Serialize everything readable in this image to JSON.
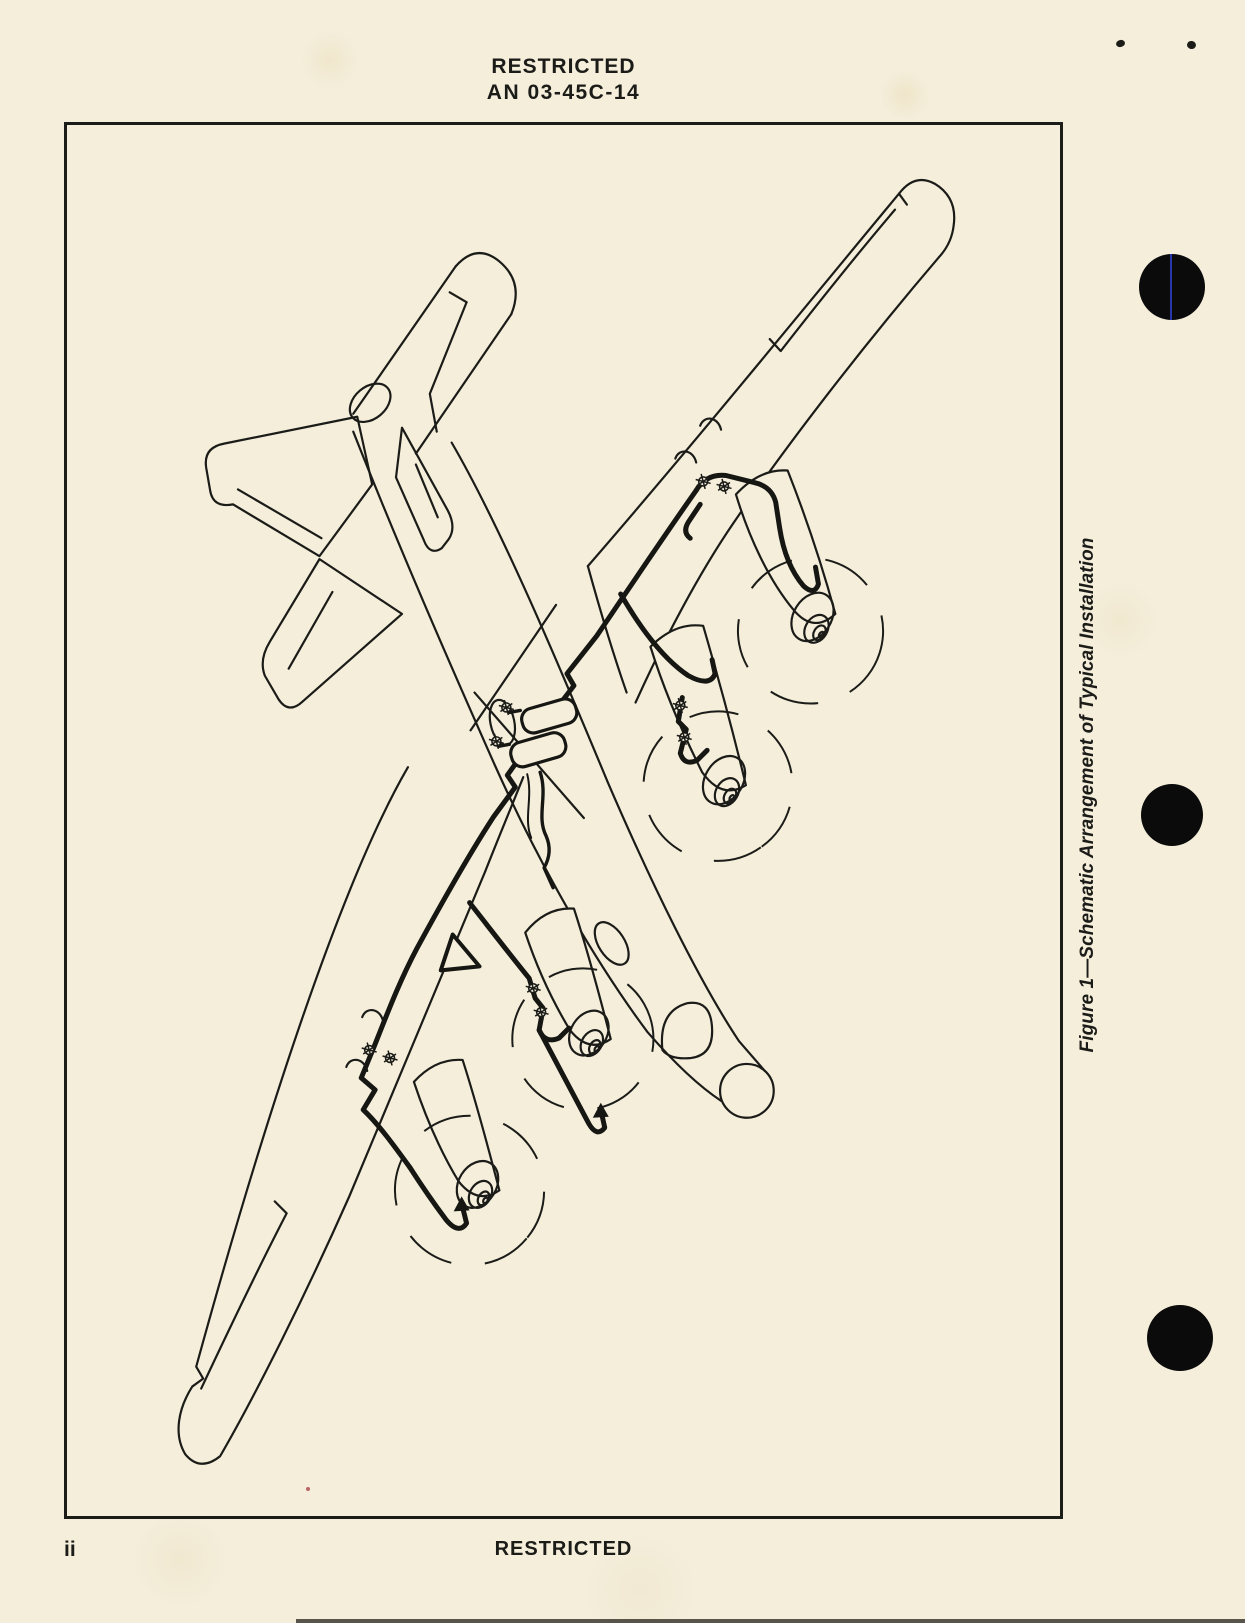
{
  "document": {
    "header": {
      "classification": "RESTRICTED",
      "doc_number": "AN 03-45C-14"
    },
    "figure": {
      "number": "Figure 1",
      "title": "Schematic Arrangement of Typical Installation",
      "caption": "Figure 1—Schematic Arrangement of Typical Installation",
      "drawing_description": "Isometric line drawing of a four-engine aircraft; CO2 fire-extinguisher cylinders in the center fuselage feed heavy distribution lines running along both wing leading edges to valves and discharge hooks at all four engine nacelles"
    },
    "footer": {
      "page_number": "ii",
      "classification": "RESTRICTED"
    },
    "colors": {
      "paper": "#f4eedb",
      "ink": "#1b1b18",
      "punch_hole": "#0b0b0b",
      "pen_mark_blue": "#2b3bbd"
    }
  }
}
